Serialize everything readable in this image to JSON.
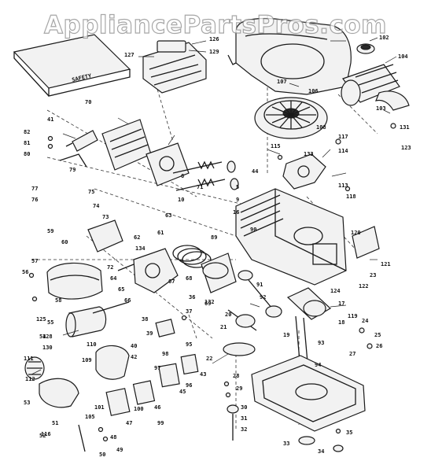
{
  "watermark": "AppliancePartsPros.com",
  "callouts": [
    "126",
    "129",
    "127",
    "102",
    "104",
    "106",
    "107",
    "103",
    "123",
    "114",
    "108",
    "113",
    "70",
    "44",
    "41",
    "82",
    "81",
    "80",
    "79",
    "77",
    "76",
    "75",
    "74",
    "73",
    "72",
    "71",
    "10",
    "6",
    "5",
    "9",
    "16",
    "17",
    "18",
    "19",
    "20",
    "21",
    "22",
    "23",
    "24",
    "25",
    "26",
    "27",
    "28",
    "29",
    "30",
    "31",
    "32",
    "33",
    "34",
    "35",
    "36",
    "37",
    "38",
    "39",
    "40",
    "42",
    "43",
    "45",
    "46",
    "47",
    "48",
    "49",
    "50",
    "51",
    "52",
    "53",
    "54",
    "55",
    "56",
    "57",
    "58",
    "59",
    "60",
    "61",
    "62",
    "63",
    "64",
    "65",
    "66",
    "67",
    "68",
    "69",
    "89",
    "90",
    "91",
    "92",
    "93",
    "94",
    "95",
    "96",
    "97",
    "98",
    "99",
    "100",
    "101",
    "105",
    "109",
    "110",
    "111",
    "112",
    "115",
    "116",
    "117",
    "118",
    "119",
    "120",
    "121",
    "122",
    "124",
    "125",
    "128",
    "130",
    "131",
    "132",
    "133",
    "134"
  ],
  "rating_plate_label": "SAFETY"
}
